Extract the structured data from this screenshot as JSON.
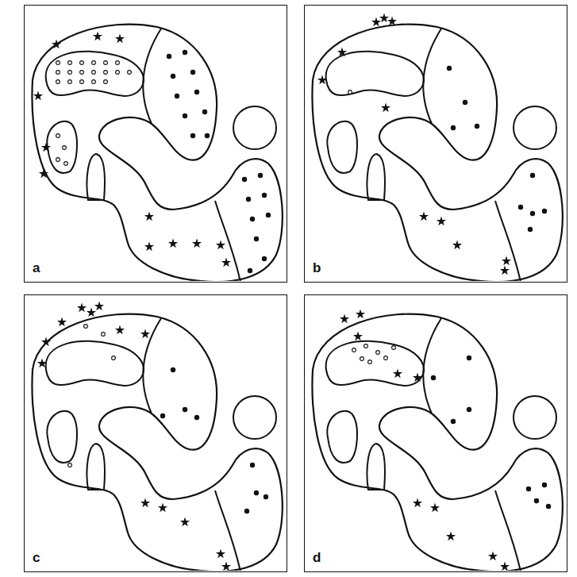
{
  "diagram": {
    "nodes": [
      {
        "text": [
          "a"
        ]
      },
      {
        "text": [
          "b"
        ]
      },
      {
        "text": [
          "c"
        ]
      },
      {
        "text": [
          "d"
        ]
      }
    ]
  }
}
